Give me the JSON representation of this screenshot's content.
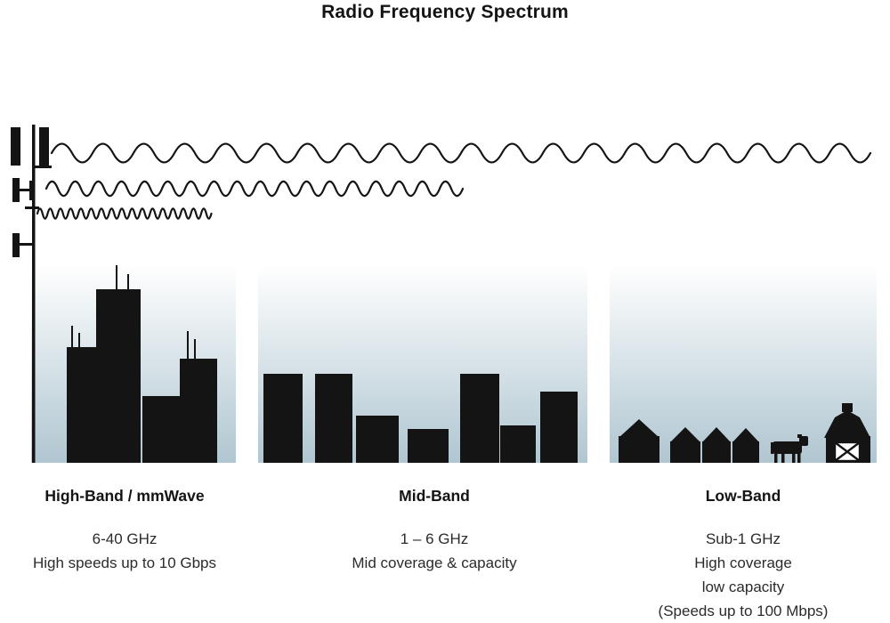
{
  "title": "Radio Frequency Spectrum",
  "bands": [
    {
      "label": "High-Band / mmWave",
      "frequency": "6-40 GHz",
      "lines": [
        "High speeds up to 10 Gbps"
      ]
    },
    {
      "label": "Mid-Band",
      "frequency": "1 – 6 GHz",
      "lines": [
        "Mid coverage & capacity"
      ]
    },
    {
      "label": "Low-Band",
      "frequency": "Sub-1 GHz",
      "lines": [
        "High coverage",
        "low capacity",
        "(Speeds up to 100 Mbps)"
      ]
    }
  ],
  "colors": {
    "ink": "#141414",
    "sky_top": "#ffffff",
    "sky_bottom": "#b0c6d1"
  }
}
